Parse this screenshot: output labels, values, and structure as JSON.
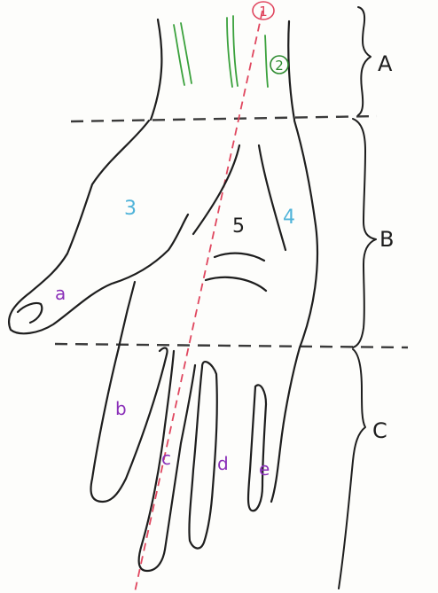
{
  "colors": {
    "outline": "#1e1e1e",
    "axis_line": "#e0475f",
    "tendons": "#3aa13c",
    "region_labels": "#4fb3d9",
    "finger_labels": "#8a2fb8",
    "marker_1": "#e0475f",
    "marker_2": "#2c8a2e"
  },
  "markers": {
    "m1": "1",
    "m2": "2"
  },
  "sections": {
    "a": "A",
    "b": "B",
    "c": "C"
  },
  "regions": {
    "r3": "3",
    "r4": "4",
    "r5": "5"
  },
  "fingers": {
    "a": "a",
    "b": "b",
    "c": "c",
    "d": "d",
    "e": "e"
  }
}
